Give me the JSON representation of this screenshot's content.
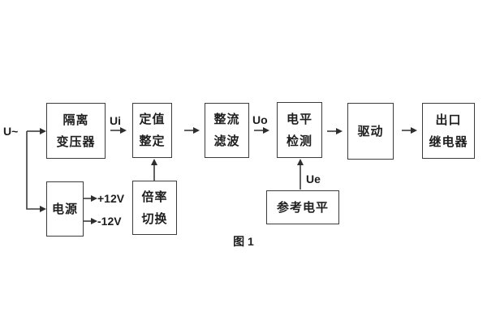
{
  "figure": {
    "caption": "图 1"
  },
  "diagram": {
    "type": "block-diagram",
    "line_color": "#3c3c3c",
    "nodes": [
      {
        "id": "isolation-transformer",
        "lines": [
          "隔离",
          "变压器"
        ]
      },
      {
        "id": "value-setting",
        "lines": [
          "定值",
          "整定"
        ]
      },
      {
        "id": "rectifier-filter",
        "lines": [
          "整流",
          "滤波"
        ]
      },
      {
        "id": "level-detection",
        "lines": [
          "电平",
          "检测"
        ]
      },
      {
        "id": "driver",
        "lines": [
          "驱动"
        ]
      },
      {
        "id": "output-relay",
        "lines": [
          "出口",
          "继电器"
        ]
      },
      {
        "id": "power-supply",
        "lines": [
          "电源"
        ]
      },
      {
        "id": "ratio-switch",
        "lines": [
          "倍率",
          "切换"
        ]
      },
      {
        "id": "reference-level",
        "lines": [
          "参考电平"
        ]
      }
    ],
    "signal_labels": {
      "input": "U~",
      "ui": "Ui",
      "uo": "Uo",
      "ue": "Ue",
      "rail_pos": "+12V",
      "rail_neg": "-12V"
    }
  }
}
